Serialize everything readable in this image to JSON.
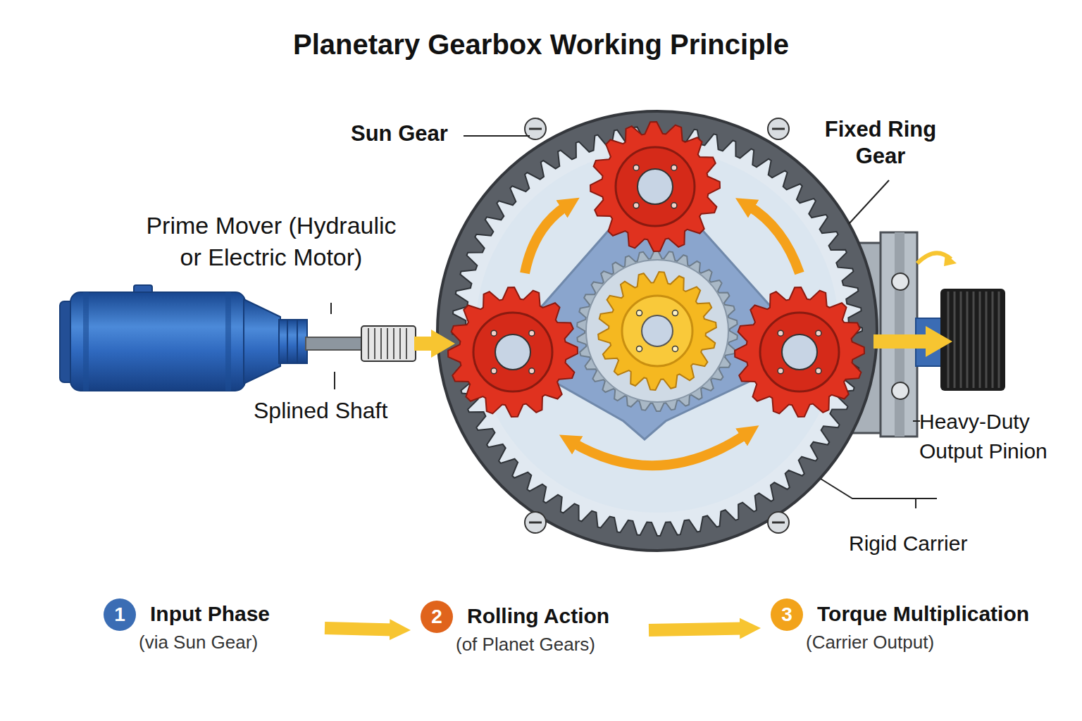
{
  "diagram": {
    "title": "Planetary Gearbox Working Principle",
    "nodes": [
      {
        "text": [
          "1",
          "Input Phase",
          "(via Sun Gear)"
        ]
      },
      {
        "text": [
          "2",
          "Rolling Action",
          "(of Planet Gears)"
        ]
      },
      {
        "text": [
          "3",
          "Torque Multiplication",
          "(Carrier Output)"
        ]
      }
    ],
    "edges": [
      {
        "from": 0,
        "to": 1,
        "arrow": "to"
      },
      {
        "from": 1,
        "to": 2,
        "arrow": "to"
      }
    ],
    "labels": [
      "Sun Gear",
      "Fixed Ring Gear",
      "Prime Mover (Hydraulic or Electric Motor)",
      "Splined Shaft",
      "Heavy-Duty Output Pinion",
      "Rigid Carrier"
    ]
  }
}
